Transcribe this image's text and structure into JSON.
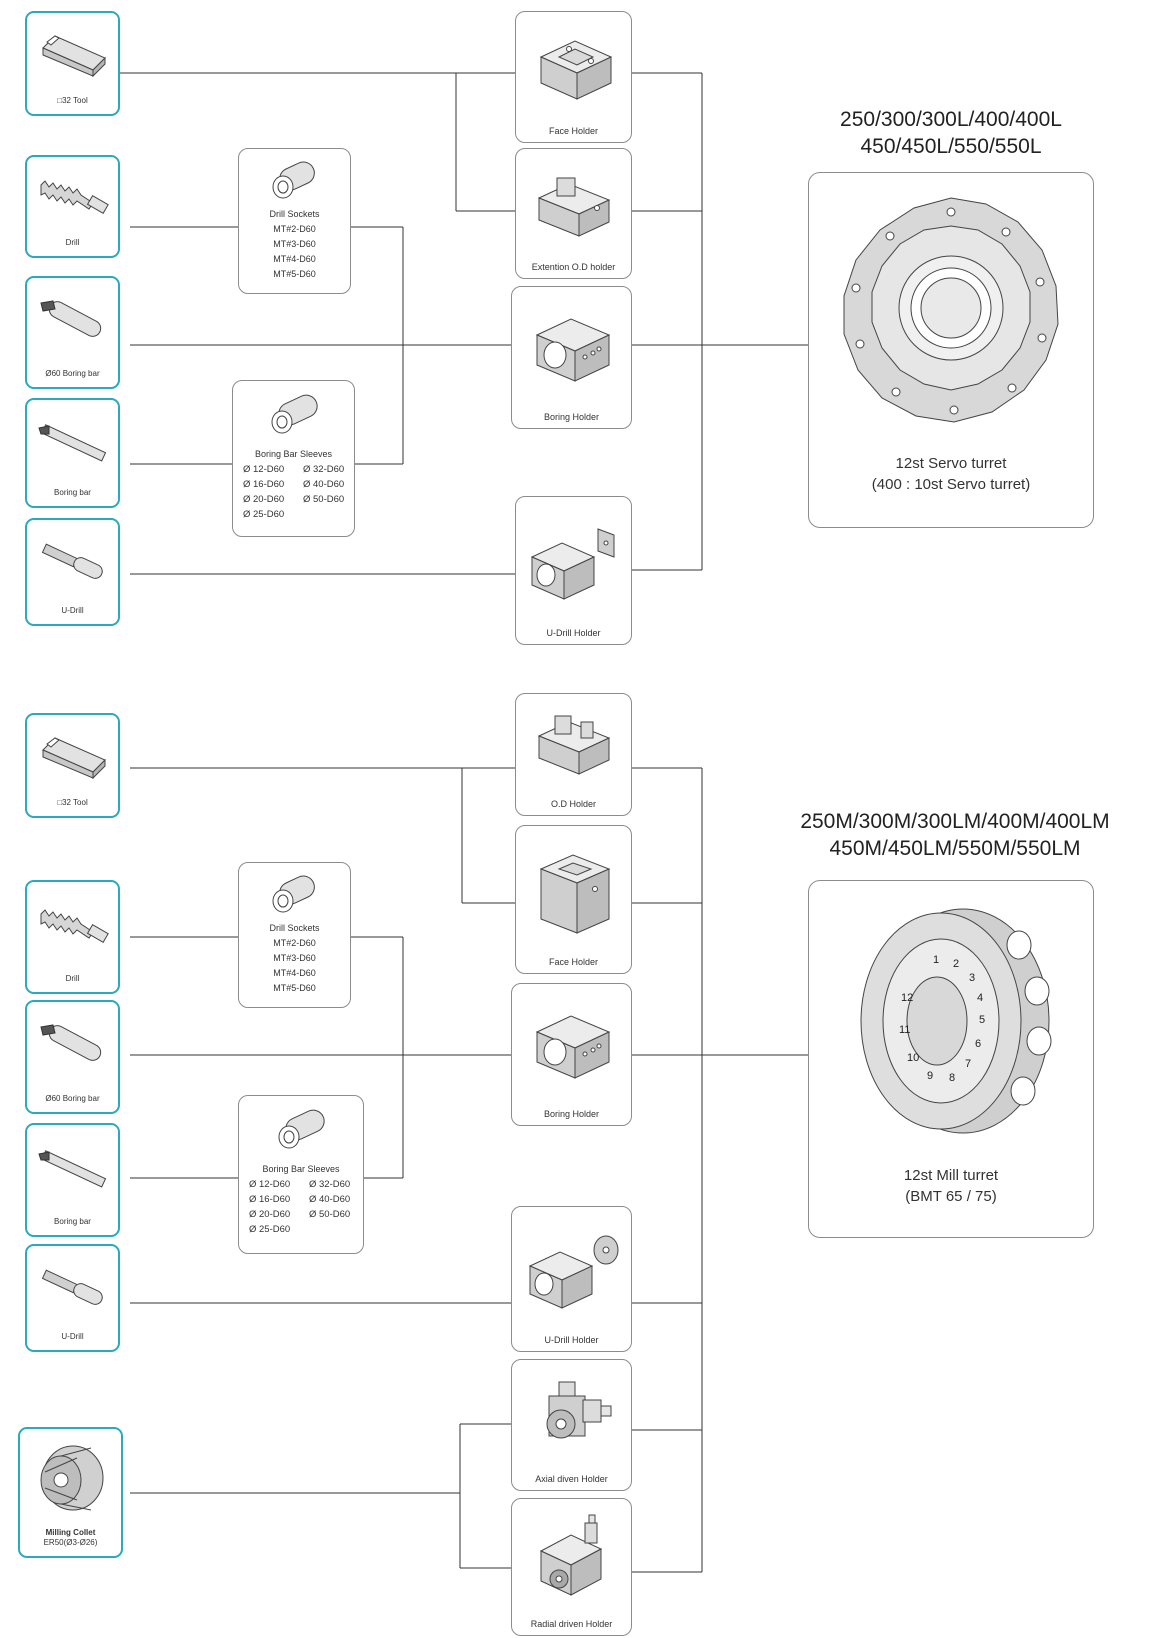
{
  "section_servo": {
    "tools": [
      {
        "label": "□32 Tool",
        "icon": "square-shank-tool-icon"
      },
      {
        "label": "Drill",
        "icon": "drill-bit-icon"
      },
      {
        "label": "Ø60 Boring bar",
        "icon": "round-boring-bar-icon"
      },
      {
        "label": "Boring bar",
        "icon": "boring-bar-icon"
      },
      {
        "label": "U-Drill",
        "icon": "u-drill-icon"
      }
    ],
    "drill_sockets": {
      "title": "Drill Sockets",
      "items": [
        "MT#2-D60",
        "MT#3-D60",
        "MT#4-D60",
        "MT#5-D60"
      ]
    },
    "boring_sleeves": {
      "title": "Boring Bar Sleeves",
      "items": [
        "Ø 12-D60",
        "Ø 32-D60",
        "Ø 16-D60",
        "Ø 40-D60",
        "Ø 20-D60",
        "Ø 50-D60",
        "Ø 25-D60"
      ]
    },
    "holders": [
      {
        "label": "Face Holder"
      },
      {
        "label": "Extention O.D holder"
      },
      {
        "label": "Boring Holder"
      },
      {
        "label": "U-Drill Holder"
      }
    ],
    "models_line1": "250/300/300L/400/400L",
    "models_line2": "450/450L/550/550L",
    "turret_line1": "12st Servo turret",
    "turret_line2": "(400 : 10st Servo turret)"
  },
  "section_mill": {
    "tools": [
      {
        "label": "□32 Tool",
        "icon": "square-shank-tool-icon"
      },
      {
        "label": "Drill",
        "icon": "drill-bit-icon"
      },
      {
        "label": "Ø60 Boring bar",
        "icon": "round-boring-bar-icon"
      },
      {
        "label": "Boring bar",
        "icon": "boring-bar-icon"
      },
      {
        "label": "U-Drill",
        "icon": "u-drill-icon"
      }
    ],
    "collet": {
      "line1": "Milling Collet",
      "line2": "ER50(Ø3-Ø26)"
    },
    "drill_sockets": {
      "title": "Drill Sockets",
      "items": [
        "MT#2-D60",
        "MT#3-D60",
        "MT#4-D60",
        "MT#5-D60"
      ]
    },
    "boring_sleeves": {
      "title": "Boring Bar Sleeves",
      "items": [
        "Ø 12-D60",
        "Ø 32-D60",
        "Ø 16-D60",
        "Ø 40-D60",
        "Ø 20-D60",
        "Ø 50-D60",
        "Ø 25-D60"
      ]
    },
    "holders": [
      {
        "label": "O.D Holder"
      },
      {
        "label": "Face Holder"
      },
      {
        "label": "Boring Holder"
      },
      {
        "label": "U-Drill Holder"
      },
      {
        "label": "Axial diven Holder"
      },
      {
        "label": "Radial driven Holder"
      }
    ],
    "models_line1": "250M/300M/300LM/400M/400LM",
    "models_line2": "450M/450LM/550M/550LM",
    "turret_line1": "12st Mill turret",
    "turret_line2": "(BMT 65 / 75)"
  },
  "colors": {
    "tool_border": "#2aa9bf",
    "box_border": "#8c8c8c",
    "line": "#333333",
    "art_fill": "#e2e2e2",
    "art_stroke": "#444444"
  }
}
